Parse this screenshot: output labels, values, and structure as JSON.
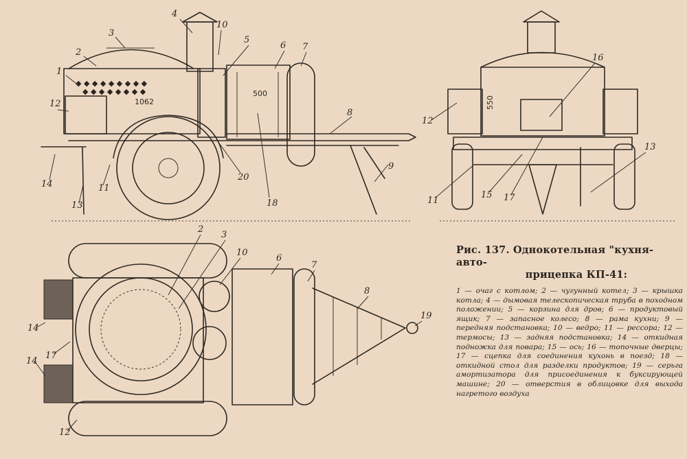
{
  "caption": {
    "fig_label": "Рис. 137.",
    "title_line1": "Однокотельная \"кухня-авто-",
    "title_line2": "прицепка КП-41:",
    "legend": "1 — очаг с котлом; 2 — чугунный котел; 3 — крышка котла; 4 — дымовая телескопическая труба в походном положении; 5 — корзина для дров; 6 — продуктовый ящик; 7 — запасное колесо; 8 — рама кухни; 9 — передняя подстановка; 10 — ведро; 11 — рессора; 12 — термосы; 13 — задняя подстановка; 14 — откидная подножка для повара; 15 — ось; 16 — топочные дверцы; 17 — сцепка для соединения кухонь в поезд; 18 — откидной стол для разделки продуктов; 19 — серьга амортизатора для присоединения к буксирующей машине; 20 — отверстия в облицовке для выхода нагретого воздуха"
  },
  "side_view": {
    "callouts": [
      "1",
      "2",
      "3",
      "4",
      "10",
      "5",
      "6",
      "7",
      "8",
      "9",
      "12",
      "11",
      "13",
      "14",
      "20",
      "18"
    ],
    "dims": [
      "1062",
      "500"
    ]
  },
  "front_view": {
    "callouts": [
      "16",
      "12",
      "13",
      "11",
      "15",
      "17"
    ],
    "dims": [
      "550"
    ]
  },
  "top_view": {
    "callouts": [
      "2",
      "3",
      "10",
      "6",
      "7",
      "8",
      "19",
      "14",
      "17",
      "14",
      "12"
    ]
  }
}
